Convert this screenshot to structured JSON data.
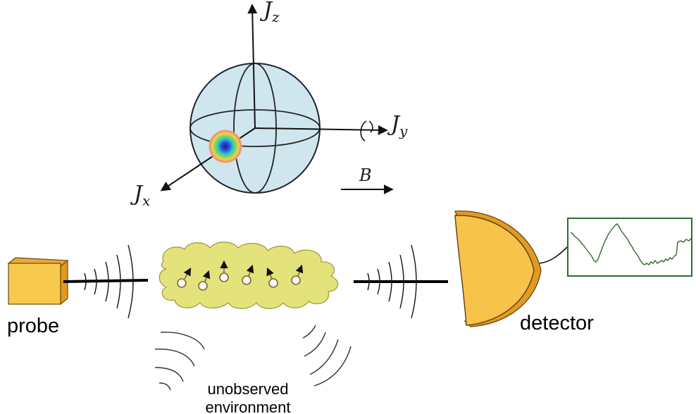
{
  "bloch": {
    "axis_z": {
      "main": "J",
      "sub": "z"
    },
    "axis_y": {
      "main": "J",
      "sub": "y"
    },
    "axis_x": {
      "main": "J",
      "sub": "x"
    },
    "field": "B"
  },
  "labels": {
    "probe": "probe",
    "detector": "detector",
    "environment_line1": "unobserved",
    "environment_line2": "environment"
  },
  "colors": {
    "sphere": "#cfe6ef",
    "probe": "#f7c94d",
    "probe_dark": "#e09a1e",
    "atom_cloud": "#e4e27a",
    "detector": "#f7c34a",
    "detector_rim": "#e39a22",
    "signal_frame": "#2f6b2f"
  }
}
